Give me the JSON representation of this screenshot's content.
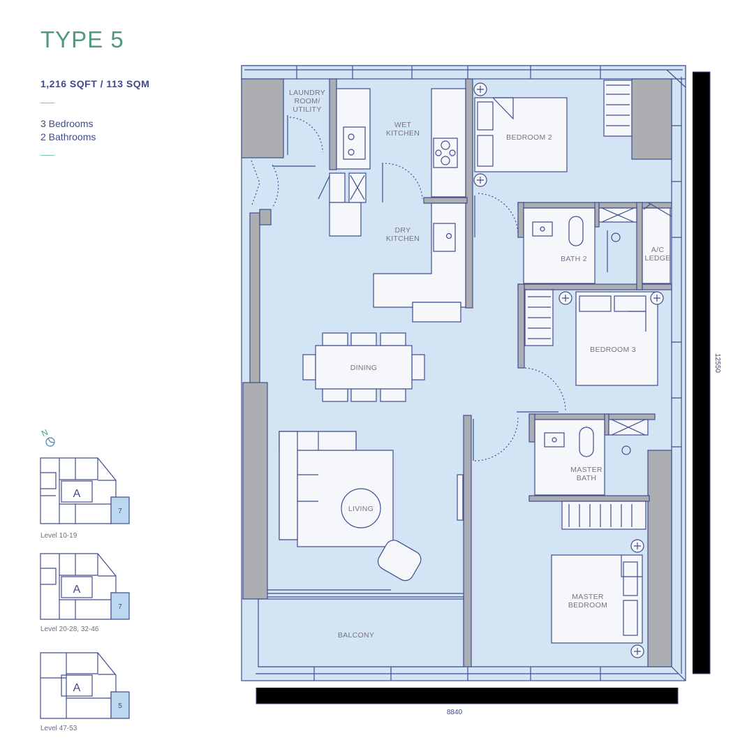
{
  "header": {
    "title": "TYPE 5",
    "area": "1,216 SQFT / 113 SQM",
    "bedrooms": "3 Bedrooms",
    "bathrooms": "2 Bathrooms"
  },
  "compass": {
    "label": "N",
    "icon": "north-compass-icon"
  },
  "key_plans": [
    {
      "block": "A",
      "unit": "7",
      "levels": "Level 10-19"
    },
    {
      "block": "A",
      "unit": "7",
      "levels": "Level 20-28, 32-46"
    },
    {
      "block": "A",
      "unit": "5",
      "levels": "Level 47-53"
    }
  ],
  "rooms": {
    "laundry": [
      "LAUNDRY",
      "ROOM/",
      "UTILITY"
    ],
    "wet_kitchen": [
      "WET",
      "KITCHEN"
    ],
    "dry_kitchen": [
      "DRY",
      "KITCHEN"
    ],
    "bedroom2": "BEDROOM 2",
    "bath2": "BATH 2",
    "ac_ledge": [
      "A/C",
      "LEDGE"
    ],
    "bedroom3": "BEDROOM 3",
    "dining": "DINING",
    "living": "LIVING",
    "master_bath": [
      "MASTER",
      "BATH"
    ],
    "master_bedroom": [
      "MASTER",
      "BEDROOM"
    ],
    "balcony": "BALCONY"
  },
  "dimensions": {
    "height": "12550",
    "width": "8840"
  },
  "colors": {
    "floor": "#d3e5f4",
    "wall": "#acaeb1",
    "line": "#3f4d8f",
    "accent": "#4f9a7c",
    "highlight": "#bcd8ee"
  }
}
